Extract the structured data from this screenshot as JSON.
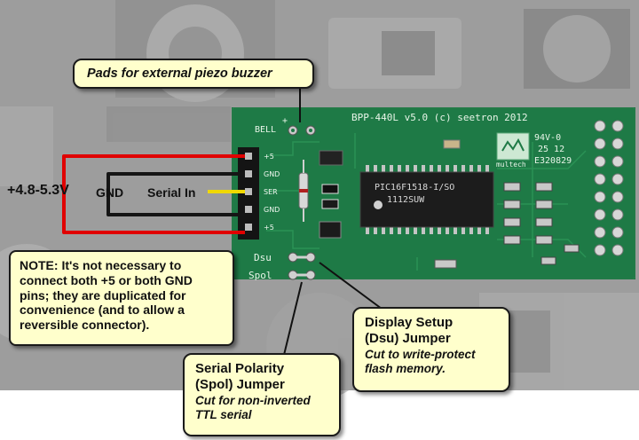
{
  "callouts": {
    "piezo": {
      "title": "Pads for external piezo buzzer"
    },
    "note": {
      "text": "NOTE: It's not necessary to connect both +5 or both GND pins; they are duplicated for convenience (and to allow a reversible connector)."
    },
    "dsu": {
      "title_line1": "Display Setup",
      "title_line2": "(Dsu) Jumper",
      "sub_line1": "Cut to write-protect",
      "sub_line2": "flash memory."
    },
    "spol": {
      "title_line1": "Serial Polarity",
      "title_line2": "(Spol) Jumper",
      "sub_line1": "Cut for non-inverted",
      "sub_line2": "TTL serial"
    }
  },
  "wire_labels": {
    "voltage": "+4.8-5.3V",
    "gnd": "GND",
    "serial_in": "Serial In"
  },
  "board": {
    "title": "BPP-440L v5.0 (c) seetron 2012",
    "bell": "BELL",
    "plus": "+",
    "pins": [
      "+5",
      "GND",
      "SER",
      "GND",
      "+5"
    ],
    "dsu": "Dsu",
    "spol": "Spol",
    "chip_line1": "PIC16F1518-I/SO",
    "chip_line2": "1112SUW",
    "logo": "multech",
    "cert_line1": "94V-0",
    "cert_line2": "25 12",
    "cert_line3": "E320829"
  },
  "colors": {
    "pcb": "#1e7a46",
    "callout_bg": "#ffffcc",
    "wire_red": "#e00000",
    "wire_black": "#151515",
    "wire_yellow": "#f0d800"
  }
}
